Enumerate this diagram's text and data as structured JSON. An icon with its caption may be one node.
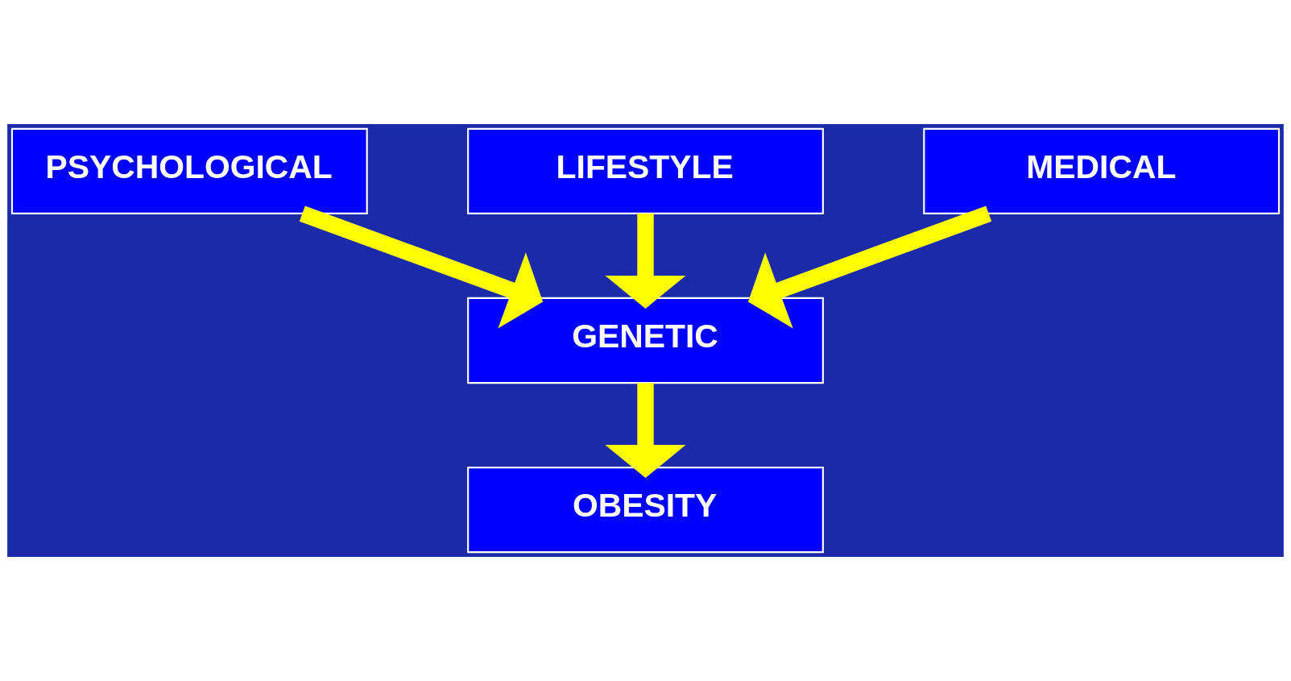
{
  "diagram": {
    "nodes": [
      {
        "text": [
          "LIFESTYLE"
        ]
      },
      {
        "text": [
          "PSYCHOLOGICAL"
        ]
      },
      {
        "text": [
          "MEDICAL"
        ]
      },
      {
        "text": [
          "GENETIC"
        ]
      },
      {
        "text": [
          "OBESITY"
        ]
      }
    ],
    "edges": [
      {
        "from": 0,
        "to": 3,
        "arrow": "to"
      },
      {
        "from": 1,
        "to": 3,
        "arrow": "to"
      },
      {
        "from": 2,
        "to": 3,
        "arrow": "to"
      },
      {
        "from": 3,
        "to": 4,
        "arrow": "to"
      }
    ]
  }
}
